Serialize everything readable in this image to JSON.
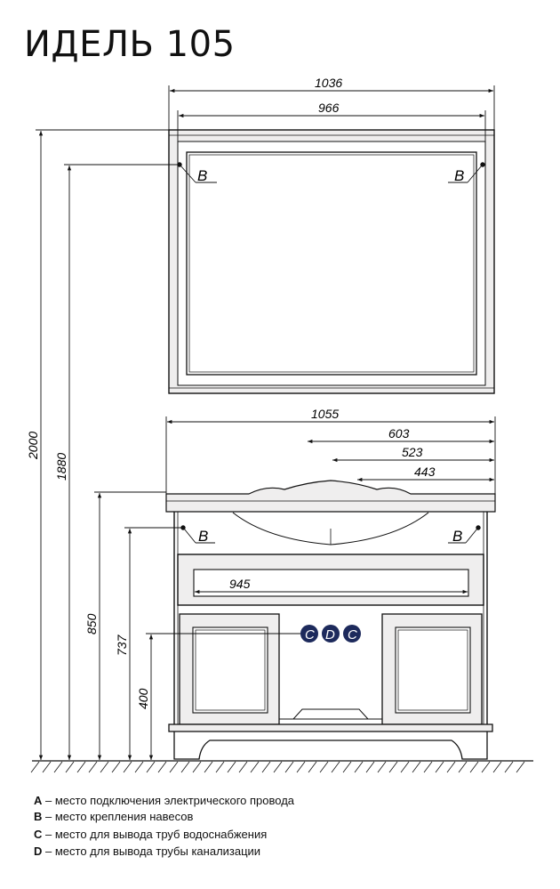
{
  "title": "ИДЕЛЬ 105",
  "colors": {
    "line": "#111111",
    "frame_fill": "#efeeee",
    "marker_fill": "#1d2a5c",
    "marker_text": "#ffffff"
  },
  "dimensions": {
    "mirror_total_width": "1036",
    "mirror_inner_width": "966",
    "cabinet_width": "1055",
    "offset_603": "603",
    "offset_523": "523",
    "offset_443": "443",
    "drawer_width": "945",
    "height_total": "2000",
    "height_mirror_mount": "1880",
    "height_countertop": "850",
    "height_mount_lower": "737",
    "height_outlet": "400"
  },
  "markers": {
    "b": "B",
    "c": "C",
    "d": "D"
  },
  "legend": [
    {
      "key": "A",
      "text": " – место подключения электрического провода"
    },
    {
      "key": "B",
      "text": " – место крепления навесов"
    },
    {
      "key": "C",
      "text": " – место для вывода труб водоснабжения"
    },
    {
      "key": "D",
      "text": " – место для вывода трубы канализации"
    }
  ]
}
